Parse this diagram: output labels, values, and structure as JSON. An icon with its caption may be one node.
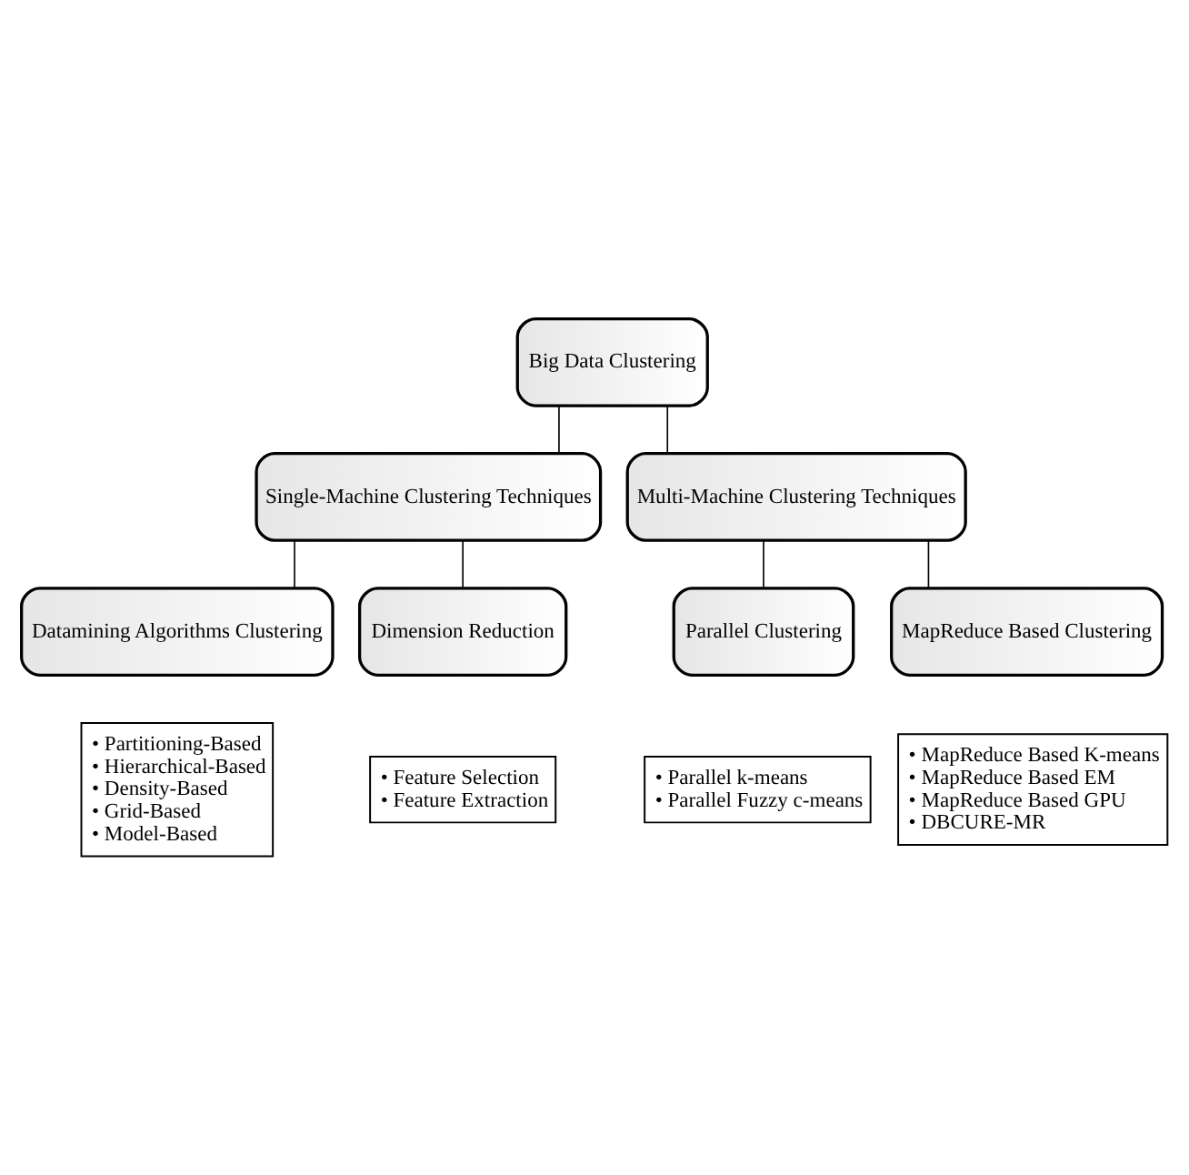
{
  "diagram": {
    "nodes": [
      {
        "text": [
          "Big Data Clustering"
        ]
      },
      {
        "text": [
          "Single-Machine Clustering Techniques"
        ]
      },
      {
        "text": [
          "Multi-Machine Clustering Techniques"
        ]
      },
      {
        "text": [
          "Datamining Algorithms Clustering"
        ]
      },
      {
        "text": [
          "Dimension Reduction"
        ]
      },
      {
        "text": [
          "Parallel Clustering"
        ]
      },
      {
        "text": [
          "MapReduce Based Clustering"
        ]
      },
      {
        "text": [
          "• Partitioning-Based",
          "• Hierarchical-Based",
          "• Density-Based",
          "• Grid-Based",
          "• Model-Based"
        ]
      },
      {
        "text": [
          "• Feature Selection",
          "• Feature Extraction"
        ]
      },
      {
        "text": [
          "• Parallel k-means",
          "• Parallel Fuzzy c-means"
        ]
      },
      {
        "text": [
          "• MapReduce Based K-means",
          "• MapReduce Based EM",
          "• MapReduce Based GPU",
          "• DBCURE-MR"
        ]
      }
    ],
    "edges": [
      {
        "from": 0,
        "to": 1,
        "arrow": "none"
      },
      {
        "from": 0,
        "to": 2,
        "arrow": "none"
      },
      {
        "from": 1,
        "to": 3,
        "arrow": "none"
      },
      {
        "from": 1,
        "to": 4,
        "arrow": "none"
      },
      {
        "from": 2,
        "to": 5,
        "arrow": "none"
      },
      {
        "from": 2,
        "to": 6,
        "arrow": "none"
      }
    ]
  }
}
